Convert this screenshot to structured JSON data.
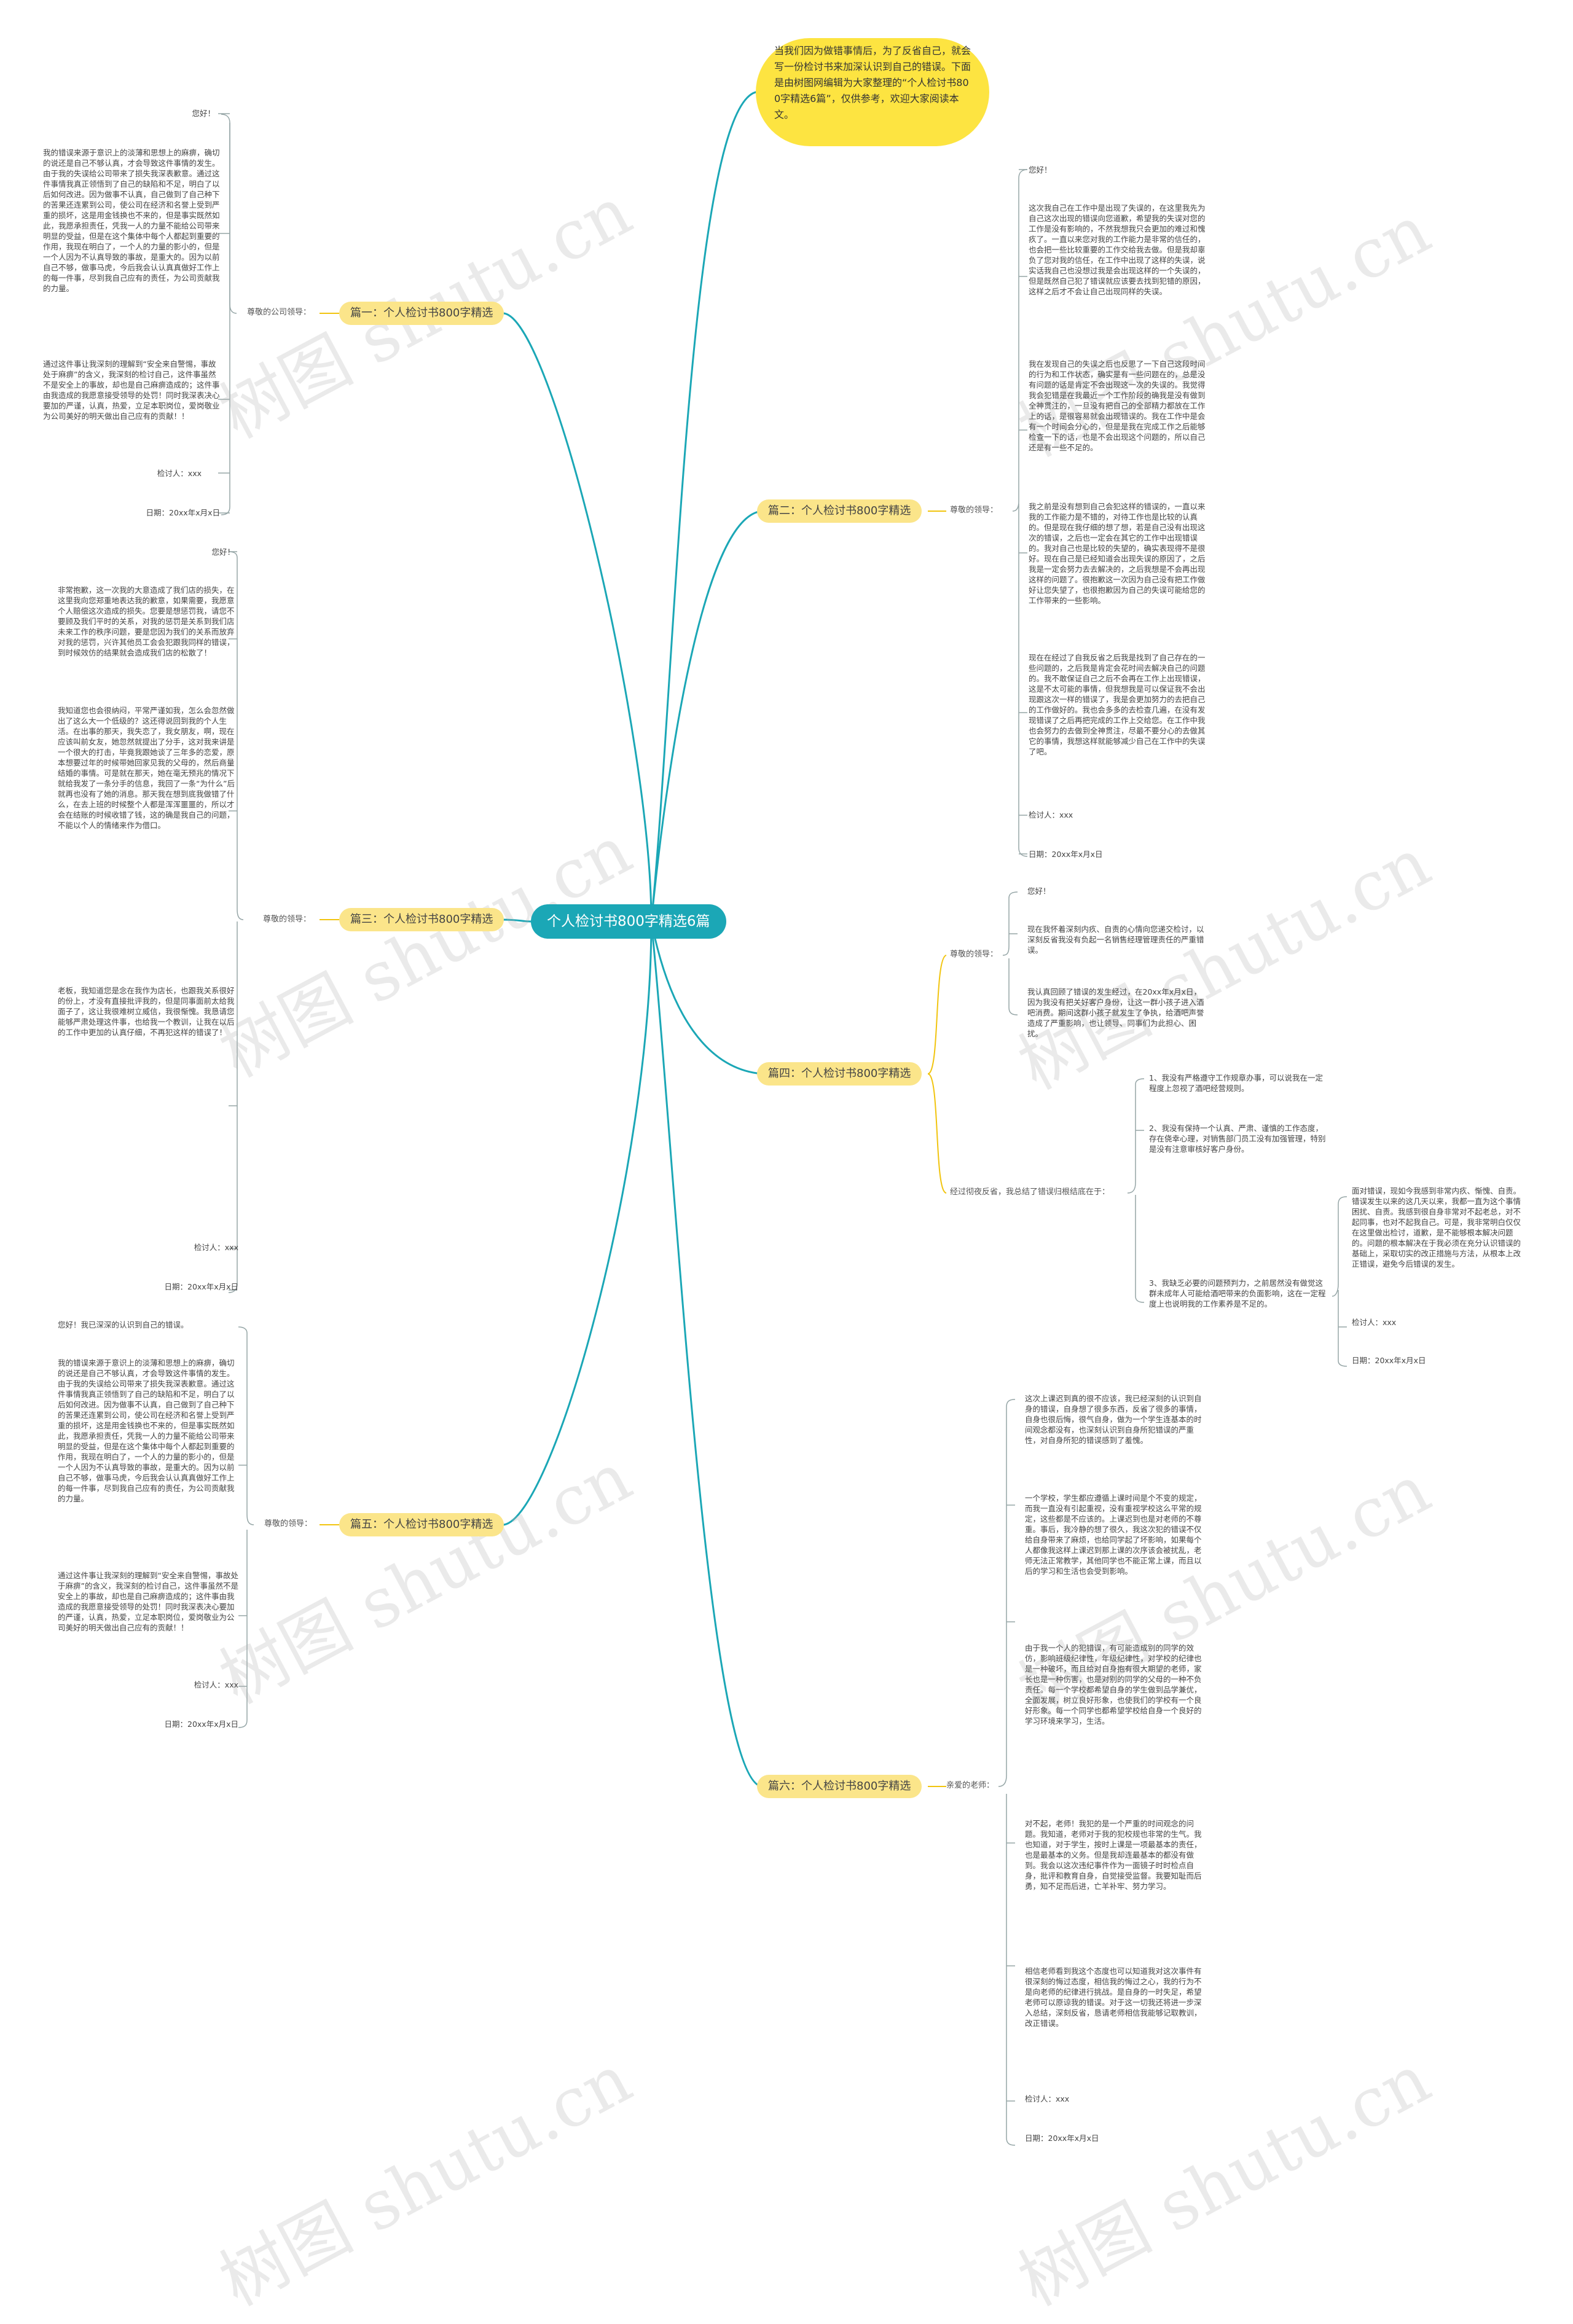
{
  "root": "个人检讨书800字精选6篇",
  "intro": "当我们因为做错事情后，为了反省自己，就会写一份检讨书来加深认识到自己的错误。下面是由树图网编辑为大家整理的“个人检讨书800字精选6篇”，仅供参考，欢迎大家阅读本文。",
  "watermark": "树图 shutu.cn",
  "branches": [
    {
      "title": "篇一：个人检讨书800字精选",
      "label": "尊敬的公司领导：",
      "items": [
        "您好！",
        "我的错误来源于意识上的淡薄和思想上的麻痹，确切的说还是自己不够认真，才会导致这件事情的发生。由于我的失误给公司带来了损失我深表歉意。通过这件事情我真正领悟到了自己的缺陷和不足，明白了以后如何改进。因为做事不认真，自己做到了自己种下的苦果还连累到公司，使公司在经济和名誉上受到严重的损坏，这是用金钱换也不来的，但是事实既然如此，我愿承担责任，凭我一人的力量不能给公司带来明显的受益，但是在这个集体中每个人都起到重要的作用，我现在明白了，一个人的力量的影小的，但是一个人因为不认真导致的事故，是重大的。因为以前自己不够，做事马虎，今后我会认认真真做好工作上的每一件事，尽到我自己应有的责任，为公司贡献我的力量。",
        "通过这件事让我深刻的理解到“安全来自警惕，事故处于麻痹”的含义，我深刻的检讨自己，这件事虽然不是安全上的事故，却也是自己麻痹造成的；这件事由我造成的我愿意接受领导的处罚！同时我深表决心要加的严谨，认真，热爱，立足本职岗位，爱岗敬业为公司美好的明天做出自己应有的贡献！！",
        "检讨人：xxx",
        "日期：20xx年x月x日"
      ]
    },
    {
      "title": "篇二：个人检讨书800字精选",
      "label": "尊敬的领导：",
      "items": [
        "您好！",
        "这次我自己在工作中是出现了失误的，在这里我先为自己这次出现的错误向您道歉，希望我的失误对您的工作是没有影响的，不然我想我只会更加的难过和愧疚了。一直以来您对我的工作能力是非常的信任的，也会把一些比较重要的工作交给我去做。但是我却辜负了您对我的信任，在工作中出现了这样的失误，说实话我自己也没想过我是会出现这样的一个失误的，但是既然自己犯了错误就应该要去找到犯错的原因，这样之后才不会让自己出现同样的失误。",
        "我在发现自己的失误之后也反思了一下自己这段时间的行为和工作状态，确实是有一些问题在的，总是没有问题的话是肯定不会出现这一次的失误的。我觉得我会犯错是在我最近一个工作阶段的确我是没有做到全神贯注的，一旦没有把自己的全部精力都放在工作上的话，是很容易就会出现错误的。我在工作中是会有一个时间会分心的，但是是我在完成工作之后能够检查一下的话，也是不会出现这个问题的，所以自己还是有一些不足的。",
        "我之前是没有想到自己会犯这样的错误的，一直以来我的工作能力是不错的，对待工作也是比较的认真的。但是现在我仔细的想了想，若是自己没有出现这次的错误，之后也一定会在其它的工作中出现错误的。我对自己也是比较的失望的，确实表现得不是很好。现在自己是已经知道会出现失误的原因了，之后我是一定会努力去去解决的，之后我想是不会再出现这样的问题了。很抱歉这一次因为自己没有把工作做好让您失望了，也很抱歉因为自己的失误可能给您的工作带来的一些影响。",
        "现在在经过了自我反省之后我是找到了自己存在的一些问题的，之后我是肯定会花时间去解决自己的问题的。我不敢保证自己之后不会再在工作上出现错误，这是不太可能的事情，但我想我是可以保证我不会出现跟这次一样的错误了，我是会更加努力的去把自己的工作做好的。我也会多多的去检查几遍，在没有发现错误了之后再把完成的工作上交给您。在工作中我也会努力的去做到全神贯注，尽最不要分心的去做其它的事情，我想这样就能够减少自己在工作中的失误了吧。",
        "检讨人：xxx",
        "日期：20xx年x月x日"
      ]
    },
    {
      "title": "篇三：个人检讨书800字精选",
      "label": "尊敬的领导：",
      "items": [
        "您好！",
        "非常抱歉，这一次我的大意造成了我们店的损失，在这里我向您郑重地表达我的歉意，如果需要，我愿意个人赔偿这次造成的损失。您要是想惩罚我，请您不要顾及我们平时的关系，对我的惩罚是关系到我们店未来工作的秩序问题，要是您因为我们的关系而放弃对我的惩罚，兴许其他员工会会犯跟我同样的错误，到时候效仿的结果就会造成我们店的松散了！",
        "我知道您也会很纳闷，平常严谨如我，怎么会忽然做出了这么大一个低级的？这还得说回到我的个人生活。在出事的那天，我失恋了，我女朋友，啊，现在应该叫前女友，她忽然就提出了分手，这对我来讲是一个很大的打击，毕竟我跟她谈了三年多的恋爱，原本想要过年的时候带她回家见我的父母的，然后商量结婚的事情。可是就在那天，她在毫无预兆的情况下就给我发了一条分手的信息，我回了一条“为什么”后就再也没有了她的消息。那天我在想到底我做错了什么，在去上班的时候整个人都是浑浑噩噩的，所以才会在结账的时候收错了钱，这的确是我自己的问题，不能以个人的情绪来作为借口。",
        "老板，我知道您是念在我作为店长，也跟我关系很好的份上，才没有直接批评我的，但是同事面前太给我面子了，这让我很难树立威信，我很惭愧。我恳请您能够严肃处理这件事，也给我一个教训，让我在以后的工作中更加的认真仔细，不再犯这样的错误了！",
        "检讨人：xxx",
        "日期：20xx年x月x日"
      ]
    },
    {
      "title": "篇四：个人检讨书800字精选",
      "label": "尊敬的领导：",
      "items": [
        "您好！",
        "现在我怀着深刻内疚、自责的心情向您递交检讨，以深刻反省我没有负起一名销售经理管理责任的严重错误。",
        "我认真回顾了错误的发生经过，在20xx年x月x日，因为我没有把关好客户身份，让这一群小孩子进入酒吧消费。期间这群小孩子就发生了争执，给酒吧声誉造成了严重影响，也让领导、同事们为此担心、困扰。"
      ],
      "label2": "经过彻夜反省，我总结了错误归根结底在于：",
      "items2": [
        "1、我没有严格遵守工作规章办事，可以说我在一定程度上忽视了酒吧经营规则。",
        "2、我没有保持一个认真、严肃、谨慎的工作态度，存在侥幸心理，对销售部门员工没有加强管理，特别是没有注意审核好客户身份。",
        "3、我缺乏必要的问题预判力，之前居然没有做觉这群未成年人可能给酒吧带来的负面影响，这在一定程度上也说明我的工作素养是不足的。"
      ],
      "items3": [
        "面对错误，现如今我感到非常内疚、惭愧、自责。错误发生以来的这几天以来，我都一直为这个事情困扰、自责。我感到很自身非常对不起老总，对不起同事，也对不起我自己。可是，我非常明白仅仅在这里做出检讨，道歉，是不能够根本解决问题的。问题的根本解决在于我必须在充分认识错误的基础上，采取切实的改正措施与方法，从根本上改正错误，避免今后错误的发生。",
        "检讨人：xxx",
        "日期：20xx年x月x日"
      ]
    },
    {
      "title": "篇五：个人检讨书800字精选",
      "label": "尊敬的领导：",
      "items": [
        "您好！我已深深的认识到自己的错误。",
        "我的错误来源于意识上的淡薄和思想上的麻痹，确切的说还是自己不够认真，才会导致这件事情的发生。由于我的失误给公司带来了损失我深表歉意。通过这件事情我真正领悟到了自己的缺陷和不足，明白了以后如何改进。因为做事不认真，自己做到了自己种下的苦果还连累到公司，使公司在经济和名誉上受到严重的损坏，这是用金钱换也不来的，但是事实既然如此，我愿承担责任，凭我一人的力量不能给公司带来明显的受益，但是在这个集体中每个人都起到重要的作用，我现在明白了，一个人的力量的影小的，但是一个人因为不认真导致的事故，是重大的。因为以前自己不够，做事马虎，今后我会认认真真做好工作上的每一件事，尽到我自己应有的责任，为公司贡献我的力量。",
        "通过这件事让我深刻的理解到“安全来自警惕，事故处于麻痹”的含义，我深刻的检讨自己，这件事虽然不是安全上的事故，却也是自己麻痹造成的；这件事由我造成的我愿意接受领导的处罚！同时我深表决心要加的严谨，认真，热爱，立足本职岗位，爱岗敬业为公司美好的明天做出自己应有的贡献！！",
        "检讨人：xxx",
        "日期：20xx年x月x日"
      ]
    },
    {
      "title": "篇六：个人检讨书800字精选",
      "label": "亲爱的老师：",
      "items": [
        "这次上课迟到真的很不应该，我已经深刻的认识到自身的错误，自身想了很多东西，反省了很多的事情，自身也很后悔，很气自身，做为一个学生连基本的时间观念都没有，也深刻认识到自身所犯错误的严重性，对自身所犯的错误感到了羞愧。",
        "一个学校，学生都应遵循上课时间是个不变的规定，而我一直没有引起重视，没有重视学校这么平常的规定，这些都是不应该的。上课迟到也是对老师的不尊重。事后，我冷静的想了很久，我这次犯的错误不仅给自身带来了麻烦，也给同学起了坏影响，如果每个人都像我这样上课迟到那上课的次序该会被扰乱，老师无法正常教学，其他同学也不能正常上课，而且以后的学习和生活也会受到影响。",
        "由于我一个人的犯错误，有可能造成别的同学的效仿，影响班级纪律性，年级纪律性，对学校的纪律也是一种破坏，而且给对自身抱有很大期望的老师，家长也是一种伤害，也是对别的同学的父母的一种不负责任。每一个学校都希望自身的学生做到品学兼优，全面发展，树立良好形象，也使我们的学校有一个良好形象。每一个同学也都希望学校给自身一个良好的学习环境来学习，生活。",
        "对不起，老师！我犯的是一个严重的时间观念的问题。我知道，老师对于我的犯校规也非常的生气。我也知道，对于学生，按时上课是一项最基本的责任，也是最基本的义务。但是我却连最基本的都没有做到。我会以这次违纪事件作为一面镜子时时检点自身，批评和教育自身，自觉接受监督。我要知耻而后勇，知不足而后进，亡羊补牢、努力学习。",
        "相信老师看到我这个态度也可以知道我对这次事件有很深刻的悔过态度，相信我的悔过之心，我的行为不是向老师的纪律进行挑战。是自身的一时失足，希望老师可以原谅我的错误。对于这一切我还将进一步深入总结，深刻反省，恳请老师相信我能够记取教训，改正错误。",
        "检讨人：xxx",
        "日期：20xx年x月x日"
      ]
    }
  ]
}
